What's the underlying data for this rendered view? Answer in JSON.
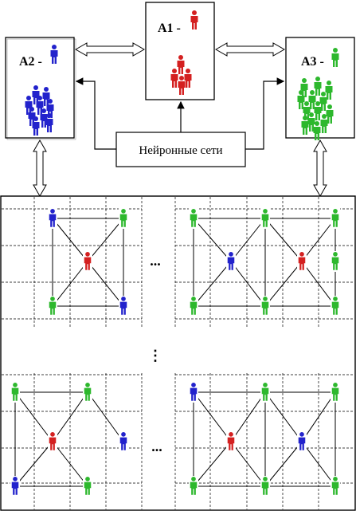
{
  "colors": {
    "red": "#d42020",
    "blue": "#2222cc",
    "green": "#2db82d",
    "line": "#000000",
    "background": "#ffffff"
  },
  "agents": {
    "a1": {
      "label": "A1 -",
      "color_key": "red",
      "icon": "person-red-icon",
      "crowd_icon": "red-crowd-icon"
    },
    "a2": {
      "label": "A2 -",
      "color_key": "blue",
      "icon": "person-blue-icon",
      "crowd_icon": "blue-crowd-icon"
    },
    "a3": {
      "label": "A3 -",
      "color_key": "green",
      "icon": "person-green-icon",
      "crowd_icon": "green-crowd-icon"
    }
  },
  "neural_networks": {
    "label": "Нейронные сети"
  },
  "ellipsis": {
    "horizontal": "...",
    "vertical": "⋮"
  },
  "grid_cells": [
    {
      "id": "top-left",
      "agent_colors": [
        "blue",
        "green",
        "red",
        "green",
        "blue"
      ]
    },
    {
      "id": "top-right",
      "agent_colors": [
        "green",
        "green",
        "green",
        "blue",
        "red",
        "green",
        "green",
        "green",
        "green"
      ]
    },
    {
      "id": "bottom-left",
      "agent_colors": [
        "green",
        "green",
        "red",
        "blue",
        "blue",
        "green"
      ]
    },
    {
      "id": "bottom-right",
      "agent_colors": [
        "blue",
        "green",
        "green",
        "red",
        "blue",
        "green",
        "green",
        "green"
      ]
    }
  ]
}
